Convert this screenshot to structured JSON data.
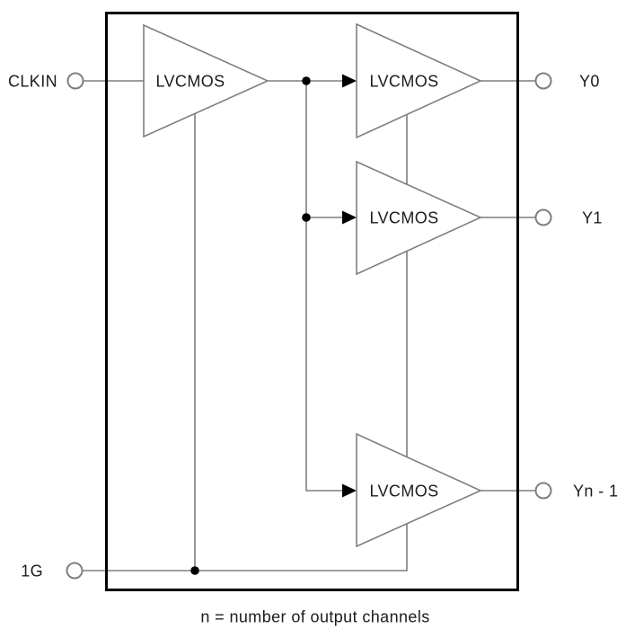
{
  "figure": {
    "caption": "n = number of output channels",
    "colors": {
      "background": "#ffffff",
      "wire": "#7f7f7f",
      "device_outline": "#000000",
      "text": "#1c1c1c"
    },
    "device": {
      "input_pins": [
        {
          "label": "CLKIN"
        },
        {
          "label": "1G"
        }
      ],
      "output_pins": [
        {
          "label": "Y0"
        },
        {
          "label": "Y1"
        },
        {
          "label": "Yn - 1"
        }
      ],
      "buffers": [
        {
          "id": "input-buffer",
          "label": "LVCMOS"
        },
        {
          "id": "output-buffer-y0",
          "label": "LVCMOS"
        },
        {
          "id": "output-buffer-y1",
          "label": "LVCMOS"
        },
        {
          "id": "output-buffer-yn1",
          "label": "LVCMOS"
        }
      ]
    }
  }
}
